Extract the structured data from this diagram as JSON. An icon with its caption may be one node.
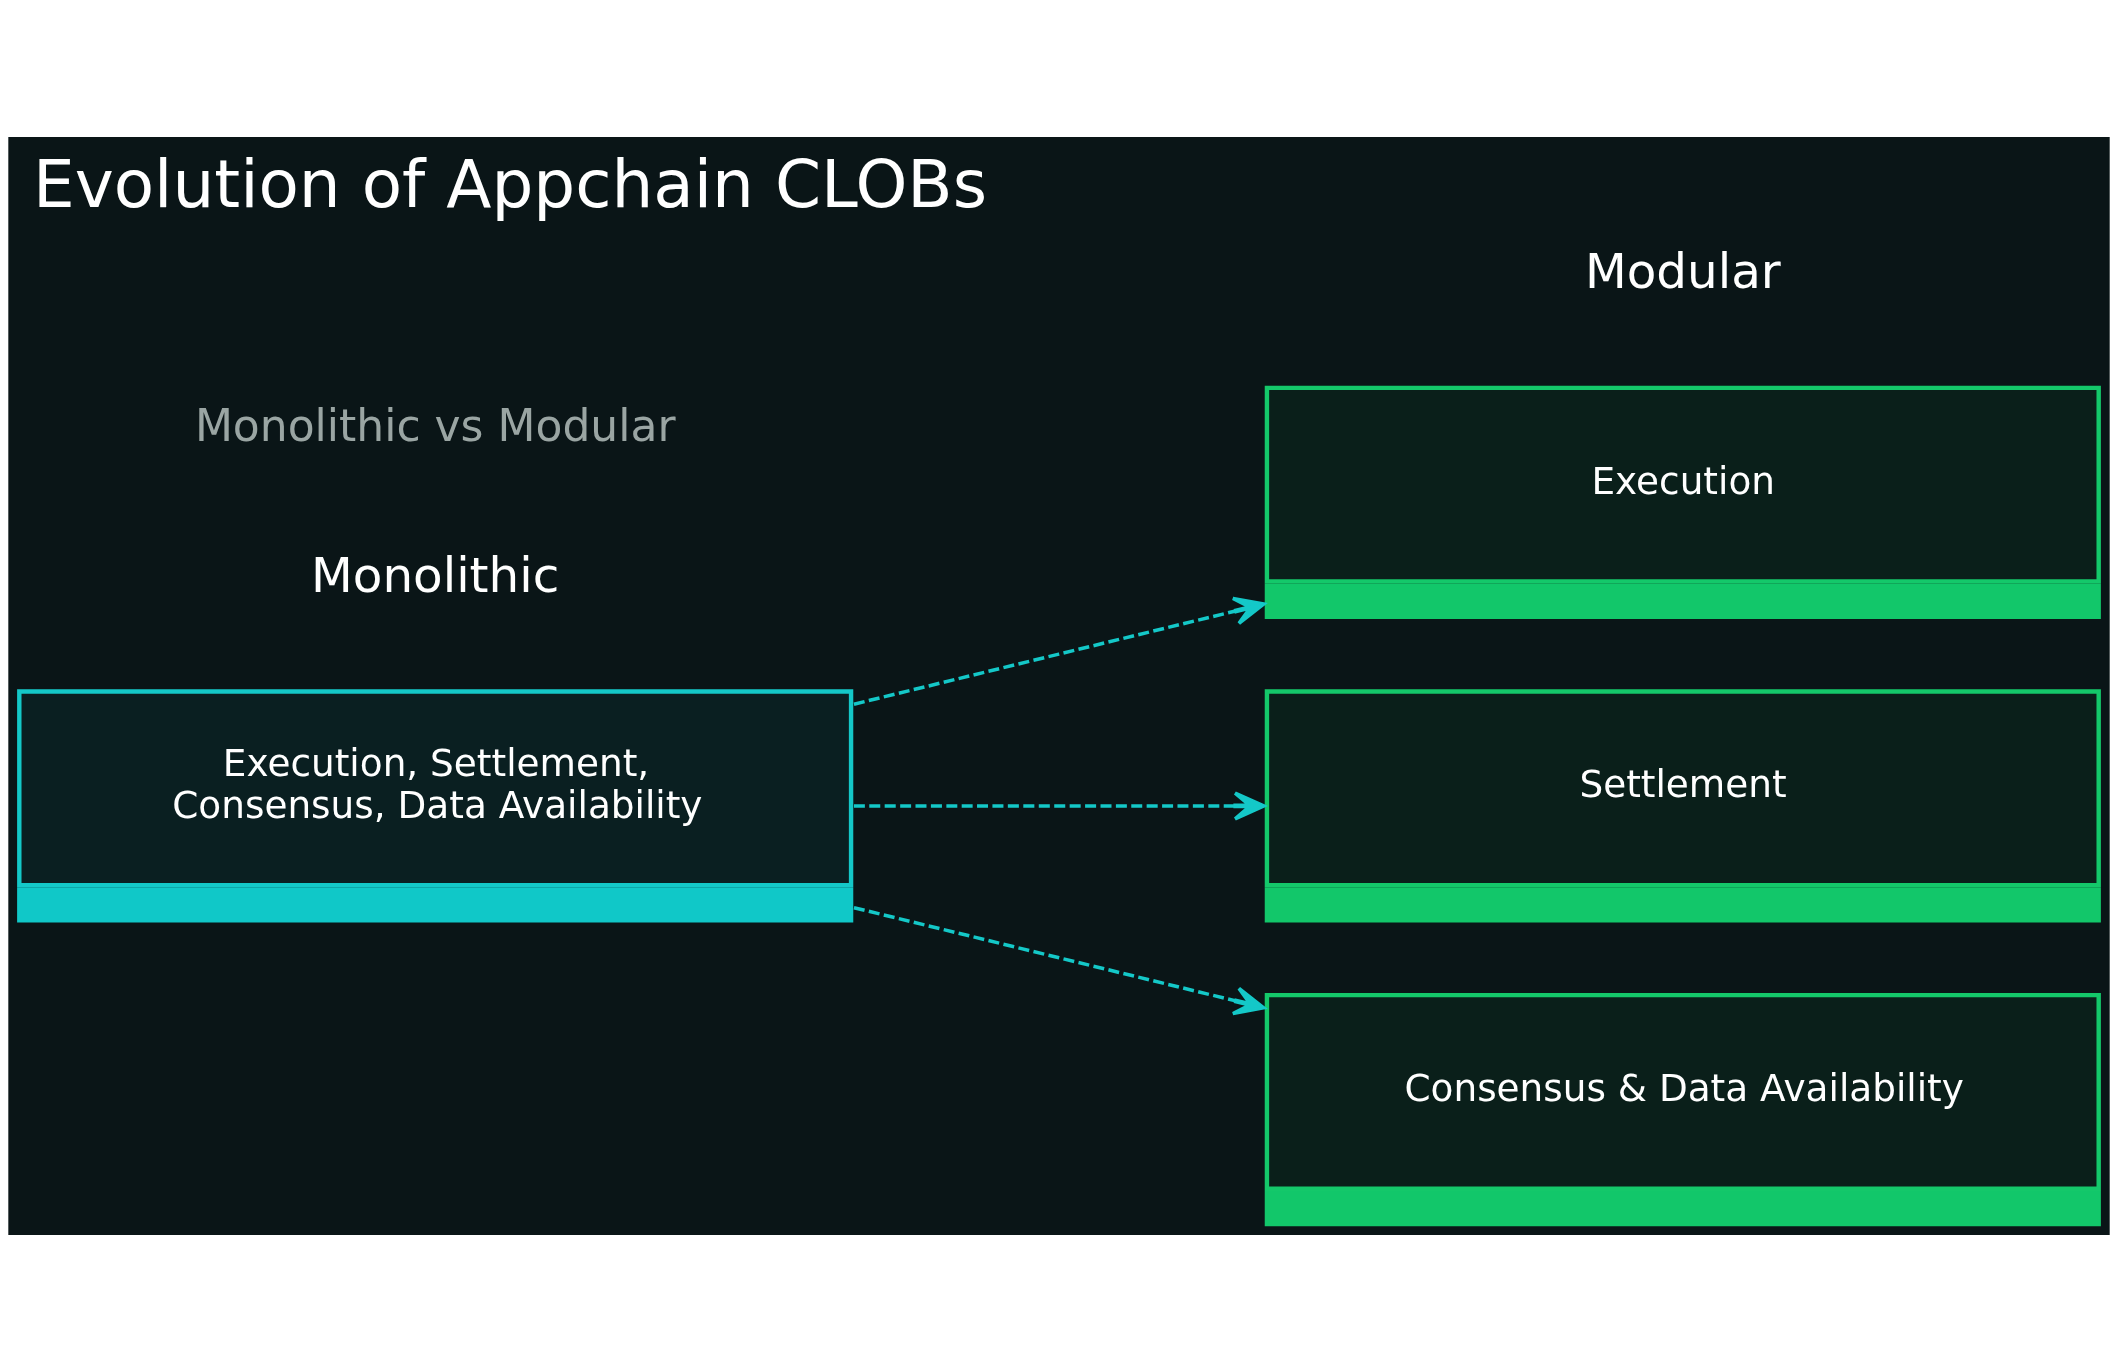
{
  "diagram": {
    "title": "Evolution of Appchain CLOBs",
    "nodes": [
      {
        "text": [
          "Execution, Settlement, Consensus, Data Availability"
        ]
      },
      {
        "text": [
          "Execution"
        ]
      },
      {
        "text": [
          "Settlement"
        ]
      },
      {
        "text": [
          "Consensus & Data Availability"
        ]
      }
    ],
    "edges": [
      {
        "from": 0,
        "to": 1,
        "arrow": "to",
        "style": "dashed"
      },
      {
        "from": 0,
        "to": 2,
        "arrow": "to",
        "style": "dashed"
      },
      {
        "from": 0,
        "to": 3,
        "arrow": "to",
        "style": "dashed"
      }
    ],
    "labels": [
      "Monolithic vs Modular",
      "Monolithic",
      "Modular"
    ]
  }
}
